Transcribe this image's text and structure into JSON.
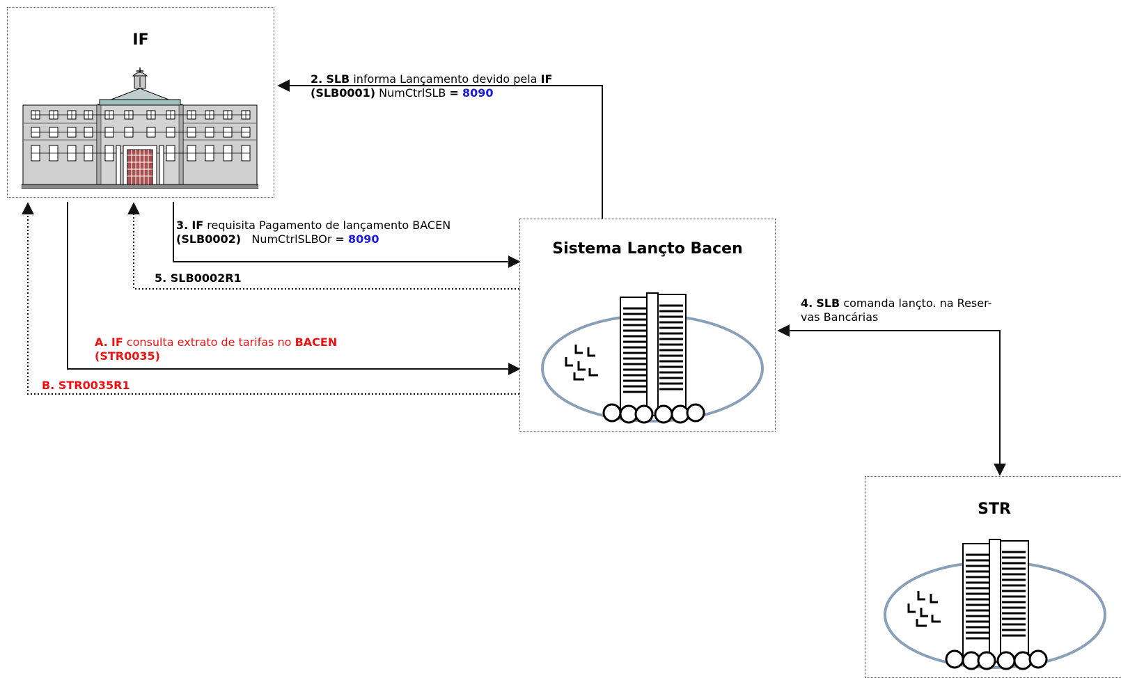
{
  "nodes": {
    "if_title": "IF",
    "slb_title": "Sistema Lançto Bacen",
    "str_title": "STR"
  },
  "flows": {
    "m2": {
      "num": "2.",
      "actor": "SLB",
      "text": "informa Lançamento devido pela",
      "target": "IF",
      "code": "(SLB0001)",
      "field": "NumCtrlSLB",
      "eq": "=",
      "value": "8090"
    },
    "m3": {
      "num": "3.",
      "actor": "IF",
      "text": "requisita Pagamento de lançamento BACEN",
      "code": "(SLB0002)",
      "field": "NumCtrlSLBOr =",
      "value": "8090"
    },
    "m5": {
      "label": "5. SLB0002R1"
    },
    "m4": {
      "num": "4.",
      "actor": "SLB",
      "text1": "comanda lançto. na Reser-",
      "text2": "vas Bancárias"
    },
    "mA": {
      "num": "A.",
      "actor": "IF",
      "text": "consulta extrato de tarifas no",
      "target": "BACEN",
      "code": "(STR0035)"
    },
    "mB": {
      "label": "B. STR0035R1"
    }
  },
  "colors": {
    "accent_blue": "#1a1adc",
    "accent_red": "#ee1111",
    "line": "#111111"
  },
  "icons": {
    "if": "bank-building-icon",
    "slb": "central-bank-towers-icon",
    "str": "central-bank-towers-icon"
  }
}
